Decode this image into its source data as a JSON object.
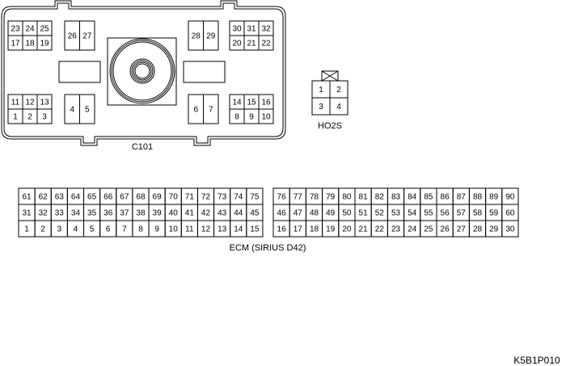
{
  "c101": {
    "label": "C101",
    "blocks": [
      {
        "rows": [
          [
            "23",
            "24",
            "25"
          ],
          [
            "17",
            "18",
            "19"
          ]
        ]
      },
      {
        "rows": [
          [
            "26",
            "27"
          ]
        ]
      },
      {
        "rows": [
          [
            "28",
            "29"
          ]
        ]
      },
      {
        "rows": [
          [
            "30",
            "31",
            "32"
          ],
          [
            "20",
            "21",
            "22"
          ]
        ]
      },
      {
        "rows": [
          [
            "11",
            "12",
            "13"
          ],
          [
            "1",
            "2",
            "3"
          ]
        ]
      },
      {
        "rows": [
          [
            "4",
            "5"
          ]
        ]
      },
      {
        "rows": [
          [
            "6",
            "7"
          ]
        ]
      },
      {
        "rows": [
          [
            "14",
            "15",
            "16"
          ],
          [
            "8",
            "9",
            "10"
          ]
        ]
      }
    ]
  },
  "ho2s": {
    "label": "HO2S",
    "rows": [
      [
        "1",
        "2"
      ],
      [
        "3",
        "4"
      ]
    ]
  },
  "ecm": {
    "label": "ECM (SIRIUS D42)",
    "left": [
      [
        "61",
        "62",
        "63",
        "64",
        "65",
        "66",
        "67",
        "68",
        "69",
        "70",
        "71",
        "72",
        "73",
        "74",
        "75"
      ],
      [
        "31",
        "32",
        "33",
        "34",
        "35",
        "36",
        "37",
        "38",
        "39",
        "40",
        "41",
        "42",
        "43",
        "44",
        "45"
      ],
      [
        "1",
        "2",
        "3",
        "4",
        "5",
        "6",
        "7",
        "8",
        "9",
        "10",
        "11",
        "12",
        "13",
        "14",
        "15"
      ]
    ],
    "right": [
      [
        "76",
        "77",
        "78",
        "79",
        "80",
        "81",
        "82",
        "83",
        "84",
        "85",
        "86",
        "87",
        "88",
        "89",
        "90"
      ],
      [
        "46",
        "47",
        "48",
        "49",
        "50",
        "51",
        "52",
        "53",
        "54",
        "55",
        "56",
        "57",
        "58",
        "59",
        "60"
      ],
      [
        "16",
        "17",
        "18",
        "19",
        "20",
        "21",
        "22",
        "23",
        "24",
        "25",
        "26",
        "27",
        "28",
        "29",
        "30"
      ]
    ]
  },
  "figure_code": "K5B1P010"
}
